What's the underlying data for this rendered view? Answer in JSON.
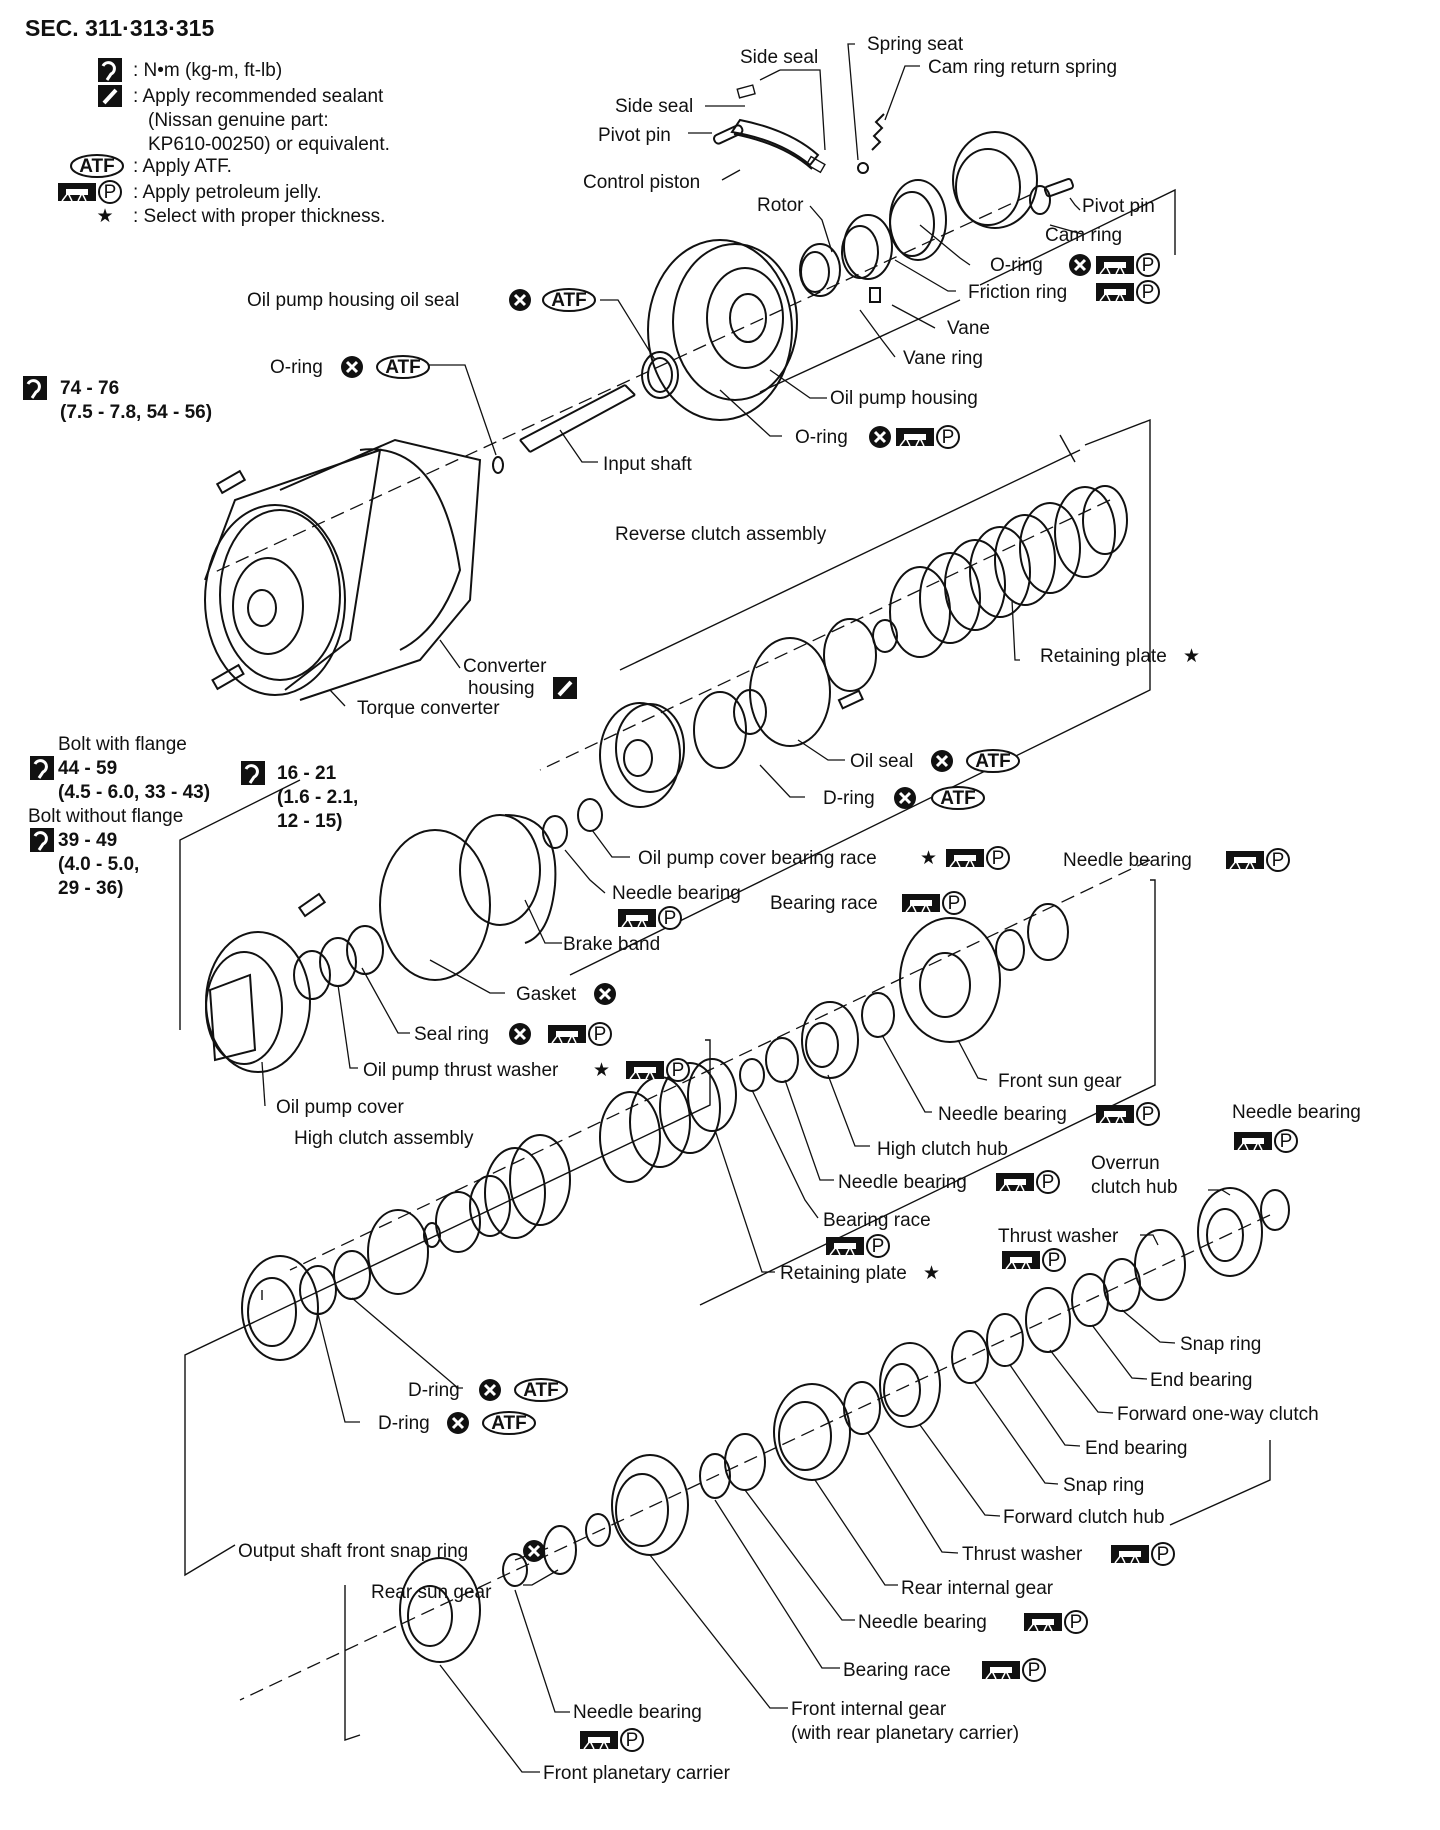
{
  "section": "SEC. 311·313·315",
  "legend": [
    {
      "symbol": "torque-wrench-icon",
      "text": ": N•m (kg-m, ft-lb)"
    },
    {
      "symbol": "sealant-icon",
      "text": ": Apply recommended sealant"
    },
    {
      "symbol": "",
      "text": "(Nissan genuine part:"
    },
    {
      "symbol": "",
      "text": "KP610-00250) or equivalent."
    },
    {
      "symbol": "atf-badge",
      "text": ": Apply ATF."
    },
    {
      "symbol": "petroleum-jelly-icon",
      "text": ": Apply petroleum jelly."
    },
    {
      "symbol": "star-icon",
      "text": ": Select with proper thickness."
    }
  ],
  "symbols": {
    "atf": "ATF",
    "jelly": "P",
    "star": "★"
  },
  "torque": {
    "housing_bolt": {
      "value": "74 - 76",
      "detail": "(7.5 - 7.8, 54 - 56)"
    },
    "pump_cover_bolt": {
      "value": "16 - 21",
      "detail1": "(1.6 - 2.1,",
      "detail2": "12 - 15)"
    },
    "bolt_with_flange": {
      "title": "Bolt with flange",
      "value": "44 - 59",
      "detail": "(4.5 - 6.0, 33 - 43)"
    },
    "bolt_without_flange": {
      "title": "Bolt without flange",
      "value": "39 - 49",
      "detail1": "(4.0 - 5.0,",
      "detail2": "29 - 36)"
    }
  },
  "labels": {
    "side_seal_top": "Side seal",
    "side_seal": "Side seal",
    "pivot_pin_left": "Pivot pin",
    "control_piston": "Control piston",
    "spring_seat": "Spring seat",
    "cam_ring_return_spring": "Cam ring return spring",
    "pivot_pin_right": "Pivot pin",
    "cam_ring": "Cam ring",
    "rotor": "Rotor",
    "o_ring_top": "O-ring",
    "friction_ring": "Friction ring",
    "vane": "Vane",
    "vane_ring": "Vane ring",
    "oil_pump_housing_oil_seal": "Oil pump housing oil seal",
    "o_ring_left": "O-ring",
    "oil_pump_housing": "Oil pump housing",
    "o_ring_mid": "O-ring",
    "input_shaft": "Input shaft",
    "reverse_clutch_assembly": "Reverse clutch assembly",
    "retaining_plate_1": "Retaining plate",
    "converter_housing_1": "Converter",
    "converter_housing_2": "housing",
    "torque_converter": "Torque converter",
    "oil_seal": "Oil seal",
    "d_ring_1": "D-ring",
    "oil_pump_cover_bearing_race": "Oil pump cover bearing race",
    "needle_bearing_1": "Needle bearing",
    "bearing_race_1": "Bearing race",
    "needle_bearing_2": "Needle bearing",
    "brake_band": "Brake band",
    "gasket": "Gasket",
    "seal_ring": "Seal ring",
    "oil_pump_thrust_washer": "Oil pump thrust washer",
    "front_sun_gear": "Front sun gear",
    "oil_pump_cover": "Oil pump cover",
    "needle_bearing_3": "Needle bearing",
    "needle_bearing_right": "Needle bearing",
    "high_clutch_assembly": "High clutch assembly",
    "high_clutch_hub": "High clutch hub",
    "overrun_1": "Overrun",
    "overrun_2": "clutch hub",
    "needle_bearing_4": "Needle bearing",
    "bearing_race_2": "Bearing race",
    "thrust_washer_1": "Thrust washer",
    "retaining_plate_2": "Retaining plate",
    "d_ring_2": "D-ring",
    "d_ring_3": "D-ring",
    "snap_ring_1": "Snap ring",
    "end_bearing_1": "End bearing",
    "forward_one_way_clutch": "Forward one-way clutch",
    "end_bearing_2": "End bearing",
    "snap_ring_2": "Snap ring",
    "forward_clutch_hub": "Forward clutch hub",
    "output_shaft_front_snap_ring": "Output shaft front snap ring",
    "thrust_washer_2": "Thrust washer",
    "rear_sun_gear": "Rear sun gear",
    "rear_internal_gear": "Rear internal gear",
    "needle_bearing_5": "Needle bearing",
    "bearing_race_3": "Bearing race",
    "needle_bearing_6": "Needle bearing",
    "front_internal_gear_1": "Front internal gear",
    "front_internal_gear_2": "(with rear planetary carrier)",
    "front_planetary_carrier": "Front planetary carrier"
  }
}
